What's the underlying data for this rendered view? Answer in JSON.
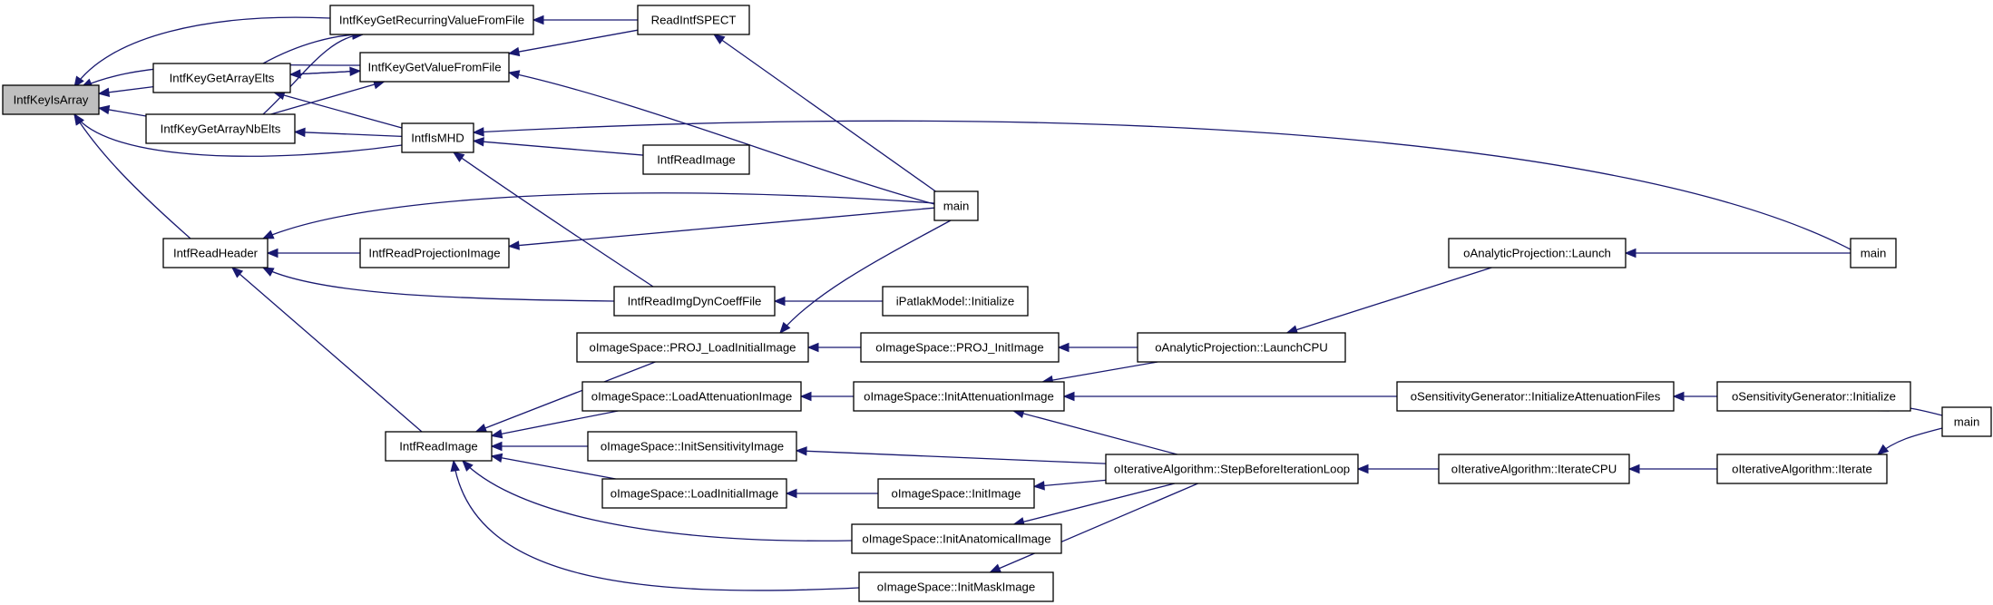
{
  "nodes": [
    {
      "id": "n0",
      "label": "IntfKeyIsArray",
      "root": true
    },
    {
      "id": "n1",
      "label": "IntfKeyGetRecurringValueFromFile"
    },
    {
      "id": "n2",
      "label": "ReadIntfSPECT"
    },
    {
      "id": "n3",
      "label": "IntfKeyGetArrayElts"
    },
    {
      "id": "n4",
      "label": "IntfKeyGetValueFromFile"
    },
    {
      "id": "n5",
      "label": "IntfKeyGetArrayNbElts"
    },
    {
      "id": "n6",
      "label": "IntfIsMHD"
    },
    {
      "id": "n7",
      "label": "IntfReadImage"
    },
    {
      "id": "n8",
      "label": "main"
    },
    {
      "id": "n9",
      "label": "IntfReadHeader"
    },
    {
      "id": "n10",
      "label": "IntfReadProjectionImage"
    },
    {
      "id": "n11",
      "label": "IntfReadImgDynCoeffFile"
    },
    {
      "id": "n12",
      "label": "iPatlakModel::Initialize"
    },
    {
      "id": "n13",
      "label": "oAnalyticProjection::Launch"
    },
    {
      "id": "n14",
      "label": "main"
    },
    {
      "id": "n15",
      "label": "oImageSpace::PROJ_LoadInitialImage"
    },
    {
      "id": "n16",
      "label": "oImageSpace::PROJ_InitImage"
    },
    {
      "id": "n17",
      "label": "oAnalyticProjection::LaunchCPU"
    },
    {
      "id": "n18",
      "label": "oImageSpace::LoadAttenuationImage"
    },
    {
      "id": "n19",
      "label": "oImageSpace::InitAttenuationImage"
    },
    {
      "id": "n20",
      "label": "oSensitivityGenerator::InitializeAttenuationFiles"
    },
    {
      "id": "n21",
      "label": "oSensitivityGenerator::Initialize"
    },
    {
      "id": "n22",
      "label": "main"
    },
    {
      "id": "n23",
      "label": "IntfReadImage"
    },
    {
      "id": "n24",
      "label": "oImageSpace::InitSensitivityImage"
    },
    {
      "id": "n25",
      "label": "oIterativeAlgorithm::StepBeforeIterationLoop"
    },
    {
      "id": "n26",
      "label": "oIterativeAlgorithm::IterateCPU"
    },
    {
      "id": "n27",
      "label": "oIterativeAlgorithm::Iterate"
    },
    {
      "id": "n28",
      "label": "oImageSpace::LoadInitialImage"
    },
    {
      "id": "n29",
      "label": "oImageSpace::InitImage"
    },
    {
      "id": "n30",
      "label": "oImageSpace::InitAnatomicalImage"
    },
    {
      "id": "n31",
      "label": "oImageSpace::InitMaskImage"
    }
  ],
  "edges": [
    {
      "from": "n1",
      "to": "n0"
    },
    {
      "from": "n4",
      "to": "n0"
    },
    {
      "from": "n3",
      "to": "n0"
    },
    {
      "from": "n5",
      "to": "n0"
    },
    {
      "from": "n6",
      "to": "n0"
    },
    {
      "from": "n9",
      "to": "n0"
    },
    {
      "from": "n2",
      "to": "n1"
    },
    {
      "from": "n3",
      "to": "n1"
    },
    {
      "from": "n5",
      "to": "n1"
    },
    {
      "from": "n2",
      "to": "n4"
    },
    {
      "from": "n3",
      "to": "n4"
    },
    {
      "from": "n5",
      "to": "n4"
    },
    {
      "from": "n8",
      "to": "n4"
    },
    {
      "from": "n4",
      "to": "n3"
    },
    {
      "from": "n6",
      "to": "n3"
    },
    {
      "from": "n6",
      "to": "n5"
    },
    {
      "from": "n8",
      "to": "n2"
    },
    {
      "from": "n7",
      "to": "n6"
    },
    {
      "from": "n11",
      "to": "n6"
    },
    {
      "from": "n14",
      "to": "n6"
    },
    {
      "from": "n8",
      "to": "n9"
    },
    {
      "from": "n10",
      "to": "n9"
    },
    {
      "from": "n11",
      "to": "n9"
    },
    {
      "from": "n23",
      "to": "n9"
    },
    {
      "from": "n8",
      "to": "n10"
    },
    {
      "from": "n12",
      "to": "n11"
    },
    {
      "from": "n8",
      "to": "n15"
    },
    {
      "from": "n16",
      "to": "n15"
    },
    {
      "from": "n17",
      "to": "n16"
    },
    {
      "from": "n13",
      "to": "n17"
    },
    {
      "from": "n14",
      "to": "n13"
    },
    {
      "from": "n15",
      "to": "n23"
    },
    {
      "from": "n18",
      "to": "n23"
    },
    {
      "from": "n24",
      "to": "n23"
    },
    {
      "from": "n28",
      "to": "n23"
    },
    {
      "from": "n30",
      "to": "n23"
    },
    {
      "from": "n31",
      "to": "n23"
    },
    {
      "from": "n19",
      "to": "n18"
    },
    {
      "from": "n17",
      "to": "n19"
    },
    {
      "from": "n20",
      "to": "n19"
    },
    {
      "from": "n25",
      "to": "n19"
    },
    {
      "from": "n21",
      "to": "n20"
    },
    {
      "from": "n22",
      "to": "n21"
    },
    {
      "from": "n25",
      "to": "n24"
    },
    {
      "from": "n29",
      "to": "n28"
    },
    {
      "from": "n25",
      "to": "n29"
    },
    {
      "from": "n25",
      "to": "n30"
    },
    {
      "from": "n25",
      "to": "n31"
    },
    {
      "from": "n26",
      "to": "n25"
    },
    {
      "from": "n27",
      "to": "n26"
    },
    {
      "from": "n22",
      "to": "n27"
    }
  ],
  "colors": {
    "edge": "#191970",
    "node_border": "#000000",
    "root_fill": "#bfbfbf",
    "node_fill": "#ffffff"
  }
}
